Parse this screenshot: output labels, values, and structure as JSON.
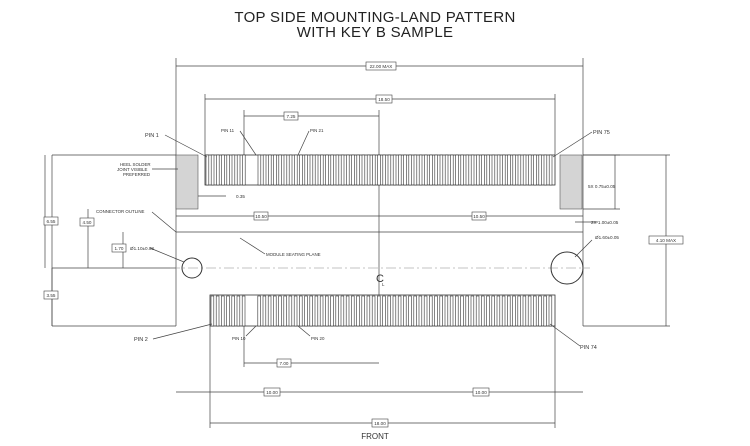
{
  "title": {
    "line1": "TOP SIDE MOUNTING-LAND PATTERN",
    "line2": "WITH KEY B SAMPLE"
  },
  "footer": {
    "front": "FRONT"
  },
  "dims": {
    "overall_max": "22.00 MAX",
    "top_span": "18.50",
    "key_offset": "7.25",
    "small_gap": "0.35",
    "left_half": "10.50",
    "right_half": "10.50",
    "pad_len": "5X 0.75±0.05",
    "pad_gap": "2X 1.00±0.05",
    "right_hole": "Ø1.60±0.05",
    "left_hole": "Ø1.10±0.08",
    "height_max": "4.10 MAX",
    "v1": "6.55",
    "v2": "4.50",
    "v3": "1.70",
    "v4": "3.55",
    "bottom_inner": "7.00",
    "bottom_left": "10.00",
    "bottom_right": "10.00",
    "bottom_span": "18.00"
  },
  "labels": {
    "pin1": "PIN 1",
    "pin11": "PIN 11",
    "pin21": "PIN 21",
    "pin75": "PIN 75",
    "pin2": "PIN 2",
    "pin10": "PIN 10",
    "pin20": "PIN 20",
    "pin74": "PIN 74",
    "heel1": "HEEL SOLDER",
    "heel2": "JOINT VISIBLE",
    "heel3": "PREFERRED",
    "connector_outline": "CONNECTOR OUTLINE",
    "seating_plane": "MODULE SEATING PLANE",
    "centerline": "C"
  }
}
